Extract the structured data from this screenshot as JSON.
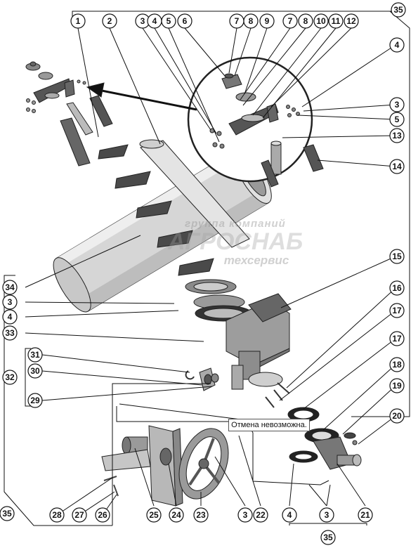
{
  "diagram": {
    "callouts": [
      {
        "id": "c-1-top",
        "label": "1"
      },
      {
        "id": "c-2-top",
        "label": "2"
      },
      {
        "id": "c-3-top",
        "label": "3"
      },
      {
        "id": "c-4-top",
        "label": "4"
      },
      {
        "id": "c-5-top",
        "label": "5"
      },
      {
        "id": "c-6-top",
        "label": "6"
      },
      {
        "id": "c-7a-top",
        "label": "7"
      },
      {
        "id": "c-8a-top",
        "label": "8"
      },
      {
        "id": "c-9-top",
        "label": "9"
      },
      {
        "id": "c-7b-top",
        "label": "7"
      },
      {
        "id": "c-8b-top",
        "label": "8"
      },
      {
        "id": "c-10-top",
        "label": "10"
      },
      {
        "id": "c-11-top",
        "label": "11"
      },
      {
        "id": "c-12-top",
        "label": "12"
      },
      {
        "id": "c-35-top",
        "label": "35"
      },
      {
        "id": "c-4-right",
        "label": "4"
      },
      {
        "id": "c-3-right",
        "label": "3"
      },
      {
        "id": "c-5-right",
        "label": "5"
      },
      {
        "id": "c-13-right",
        "label": "13"
      },
      {
        "id": "c-14-right",
        "label": "14"
      },
      {
        "id": "c-15-right",
        "label": "15"
      },
      {
        "id": "c-16-right",
        "label": "16"
      },
      {
        "id": "c-17a-right",
        "label": "17"
      },
      {
        "id": "c-17b-right",
        "label": "17"
      },
      {
        "id": "c-18-right",
        "label": "18"
      },
      {
        "id": "c-19-right",
        "label": "19"
      },
      {
        "id": "c-20-right",
        "label": "20"
      },
      {
        "id": "c-34-left",
        "label": "34"
      },
      {
        "id": "c-3-left",
        "label": "3"
      },
      {
        "id": "c-4-left",
        "label": "4"
      },
      {
        "id": "c-33-left",
        "label": "33"
      },
      {
        "id": "c-31-left",
        "label": "31"
      },
      {
        "id": "c-32-left",
        "label": "32"
      },
      {
        "id": "c-30-left",
        "label": "30"
      },
      {
        "id": "c-29-left",
        "label": "29"
      },
      {
        "id": "c-35-left",
        "label": "35"
      },
      {
        "id": "c-28-bottom",
        "label": "28"
      },
      {
        "id": "c-27-bottom",
        "label": "27"
      },
      {
        "id": "c-26-bottom",
        "label": "26"
      },
      {
        "id": "c-25-bottom",
        "label": "25"
      },
      {
        "id": "c-24-bottom",
        "label": "24"
      },
      {
        "id": "c-23-bottom",
        "label": "23"
      },
      {
        "id": "c-3-bottom",
        "label": "3"
      },
      {
        "id": "c-22-bottom",
        "label": "22"
      },
      {
        "id": "c-4-bottom",
        "label": "4"
      },
      {
        "id": "c-3-bottom2",
        "label": "3"
      },
      {
        "id": "c-21-bottom",
        "label": "21"
      },
      {
        "id": "c-35-bottom",
        "label": "35"
      }
    ]
  },
  "note": {
    "text": "Отмена невозможна."
  },
  "watermark": {
    "line1": "группа компаний",
    "line2": "АГРОСНАБ",
    "line3": "техсервис"
  }
}
